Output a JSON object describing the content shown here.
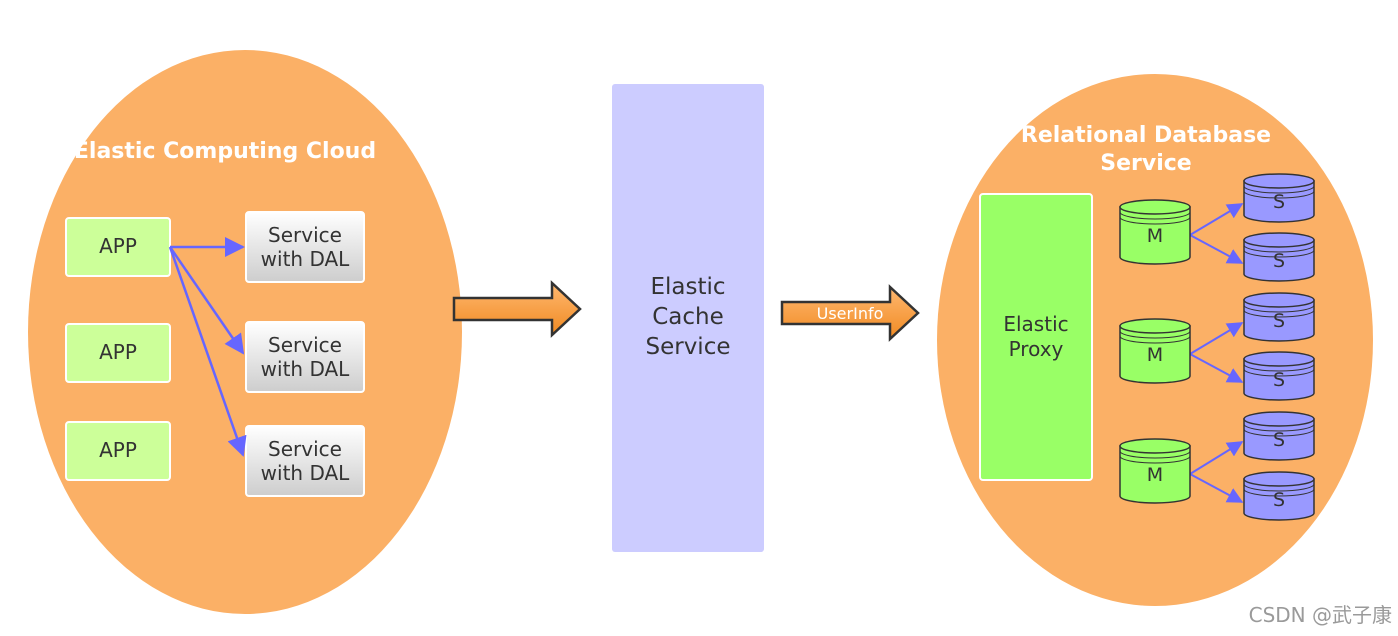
{
  "left_cloud": {
    "title": "Elastic Computing Cloud",
    "apps": [
      "APP",
      "APP",
      "APP"
    ],
    "services": [
      {
        "line1": "Service",
        "line2": "with DAL"
      },
      {
        "line1": "Service",
        "line2": "with DAL"
      },
      {
        "line1": "Service",
        "line2": "with DAL"
      }
    ]
  },
  "cache": {
    "line1": "Elastic",
    "line2": "Cache",
    "line3": "Service"
  },
  "arrow_label": "UserInfo",
  "right_cloud": {
    "title_line1": "Relational Database",
    "title_line2": "Service",
    "proxy": {
      "line1": "Elastic",
      "line2": "Proxy"
    },
    "master_label": "M",
    "slave_label": "S"
  },
  "watermark": "CSDN @武子康",
  "colors": {
    "cloud": "#fbb066",
    "app": "#ccff99",
    "service_top": "#ffffff",
    "service_bottom": "#cfcfcf",
    "cache": "#ccccff",
    "proxy": "#99ff66",
    "master": "#99ff66",
    "slave": "#9999ff",
    "arrow_fill": "#ff9933",
    "connector": "#6666ff"
  }
}
